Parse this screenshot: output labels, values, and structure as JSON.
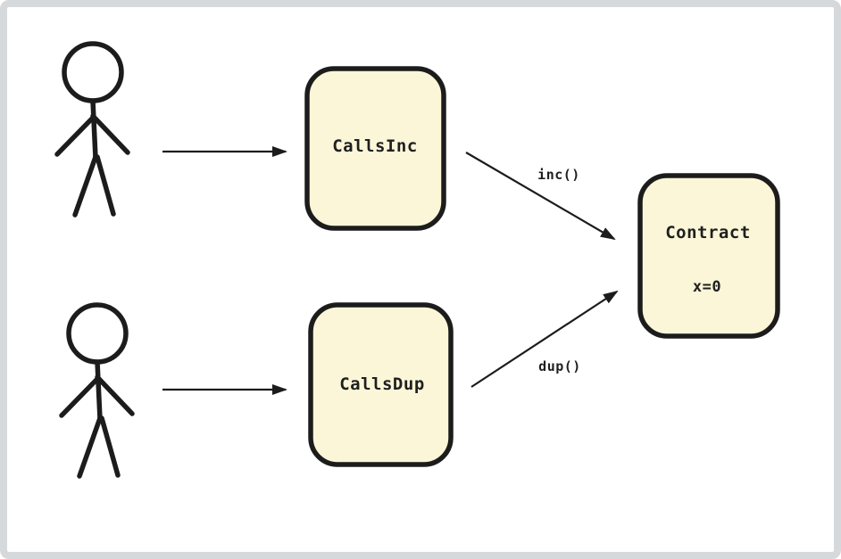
{
  "diagram": {
    "type": "hand-drawn architecture diagram",
    "actors": [
      {
        "id": "user-top",
        "label": "stick-figure"
      },
      {
        "id": "user-bottom",
        "label": "stick-figure"
      }
    ],
    "nodes": [
      {
        "id": "calls-inc",
        "label": "CallsInc"
      },
      {
        "id": "calls-dup",
        "label": "CallsDup"
      },
      {
        "id": "contract",
        "label": "Contract",
        "state": "x=0"
      }
    ],
    "edges": [
      {
        "from": "user-top",
        "to": "calls-inc",
        "label": ""
      },
      {
        "from": "user-bottom",
        "to": "calls-dup",
        "label": ""
      },
      {
        "from": "calls-inc",
        "to": "contract",
        "label": "inc()"
      },
      {
        "from": "calls-dup",
        "to": "contract",
        "label": "dup()"
      }
    ]
  },
  "colors": {
    "node_fill": "#fbf6d8",
    "node_stroke": "#1c1c1c",
    "line_stroke": "#1c1c1c",
    "text": "#1f1f1f",
    "canvas_bg": "#ffffff",
    "frame_border": "#d6d9db"
  }
}
